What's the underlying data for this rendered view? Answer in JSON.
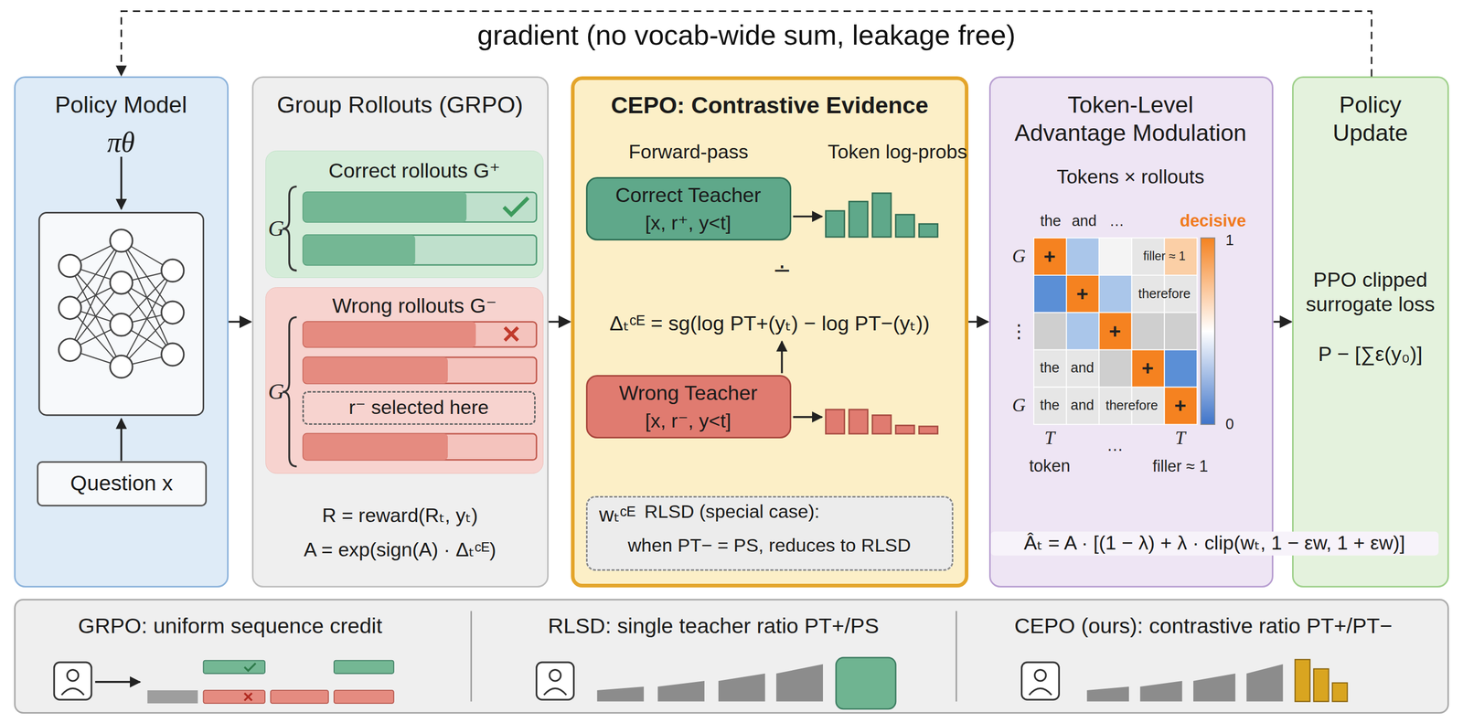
{
  "diagram": {
    "nodes": [
      {
        "text": [
          "Policy Model",
          "πθ"
        ]
      },
      {
        "text": [
          "Question x"
        ],
        "in": 0
      },
      {
        "text": [
          "Group Rollouts (GRPO)",
          "R = reward(Rₜ, yₜ)",
          "A = exp(sign(A) · Δₜᶜᴱ)"
        ]
      },
      {
        "text": [
          "Correct rollouts G⁺"
        ],
        "in": 2
      },
      {
        "text": [
          "Wrong rollouts G⁻"
        ],
        "in": 2
      },
      {
        "text": [
          "r⁻ selected here"
        ],
        "in": 4
      },
      {
        "text": [
          "CEPO: Contrastive Evidence",
          "Forward-pass",
          "Token log-probs",
          "Δₜᶜᴱ = sg(log PT+(yₜ) − log PT−(yₜ))"
        ]
      },
      {
        "text": [
          "Correct Teacher",
          "[x, r⁺, y<t]"
        ],
        "in": 6
      },
      {
        "text": [
          "Wrong Teacher",
          "[x, r⁻, y<t]"
        ],
        "in": 6
      },
      {
        "text": [
          "wₜᶜᴱ",
          "RLSD (special case):",
          "when PT− = PS, reduces to RLSD"
        ],
        "in": 6
      },
      {
        "text": [
          "Token-Level Advantage Modulation",
          "Tokens × rollouts",
          "Âₜ = A · [(1 − λ) + λ · clip(wₜ, 1 − εw, 1 + εw)]"
        ]
      },
      {
        "text": [
          "Policy Update",
          "PPO clipped surrogate loss",
          "P − [∑ε(y₀)]"
        ]
      },
      {
        "text": [
          "GRPO: uniform sequence credit",
          "RLSD: single teacher ratio PT+/PS",
          "CEPO (ours): contrastive ratio PT+/PT−"
        ]
      }
    ],
    "edges": [
      {
        "from": 11,
        "to": 0,
        "label": "gradient (no vocab-wide sum, leakage free)",
        "arrow": "to"
      },
      {
        "from": 0,
        "to": 2,
        "arrow": "to"
      },
      {
        "from": 2,
        "to": 6,
        "arrow": "to"
      },
      {
        "from": 6,
        "to": 10,
        "arrow": "to"
      },
      {
        "from": 10,
        "to": 11,
        "arrow": "to"
      }
    ],
    "labels": [
      "G",
      "G",
      "∸",
      "the",
      "and",
      "…",
      "decisive",
      "+",
      "filler ≈ 1",
      "+",
      "therefore",
      "+",
      "the",
      "and",
      "+",
      "the",
      "and",
      "therefore",
      "+",
      "G",
      "⋮",
      "G",
      "T",
      "…",
      "T",
      "token",
      "filler ≈ 1",
      "1",
      "0"
    ]
  }
}
